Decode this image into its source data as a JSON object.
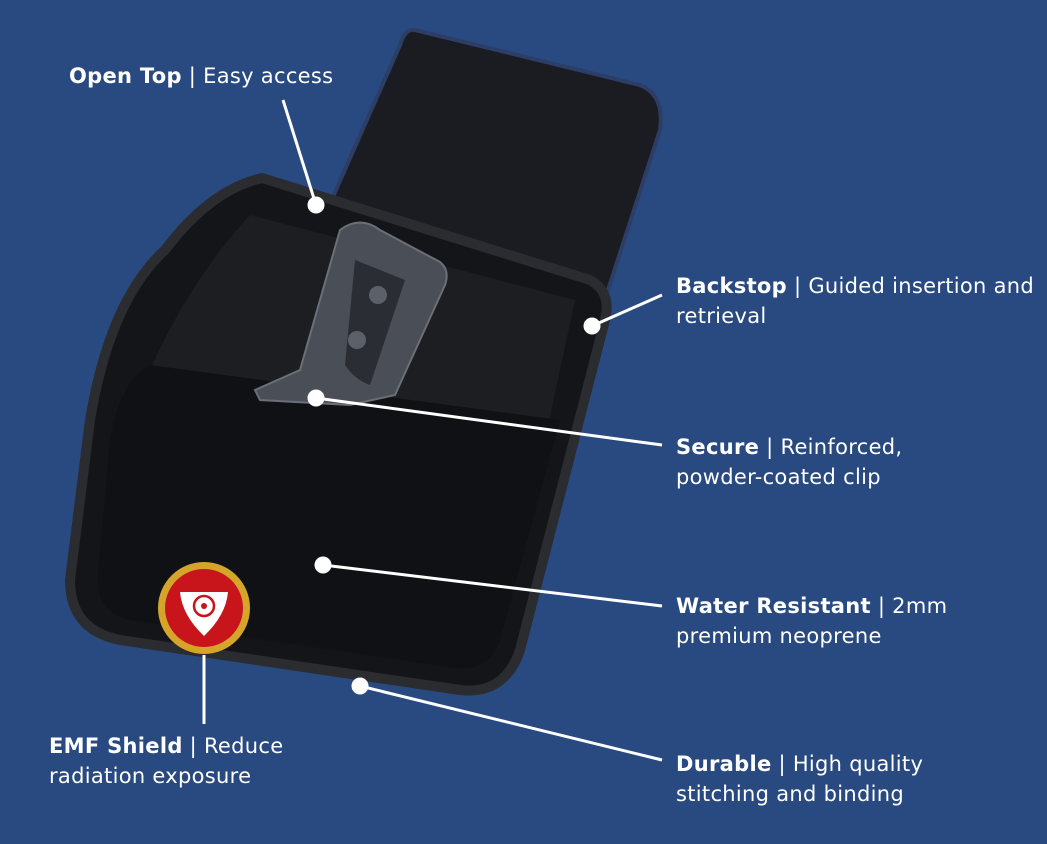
{
  "background_color": "#294a80",
  "callouts": [
    {
      "title": "Open Top",
      "sep": " | ",
      "desc": "Easy access"
    },
    {
      "title": "Backstop",
      "sep": " | ",
      "desc": "Guided insertion and retrieval"
    },
    {
      "title": "Secure",
      "sep": " | ",
      "desc": "Reinforced, powder-coated clip"
    },
    {
      "title": "Water Resistant",
      "sep": " | ",
      "desc": "2mm premium neoprene"
    },
    {
      "title": "Durable",
      "sep": " | ",
      "desc": "High quality stitching and binding"
    },
    {
      "title": "EMF Shield",
      "sep": " | ",
      "desc": "Reduce radiation exposure"
    }
  ],
  "badge": {
    "icon": "radiation-shield-icon",
    "color": "#c8141b",
    "ring_color": "#d4a52a"
  }
}
